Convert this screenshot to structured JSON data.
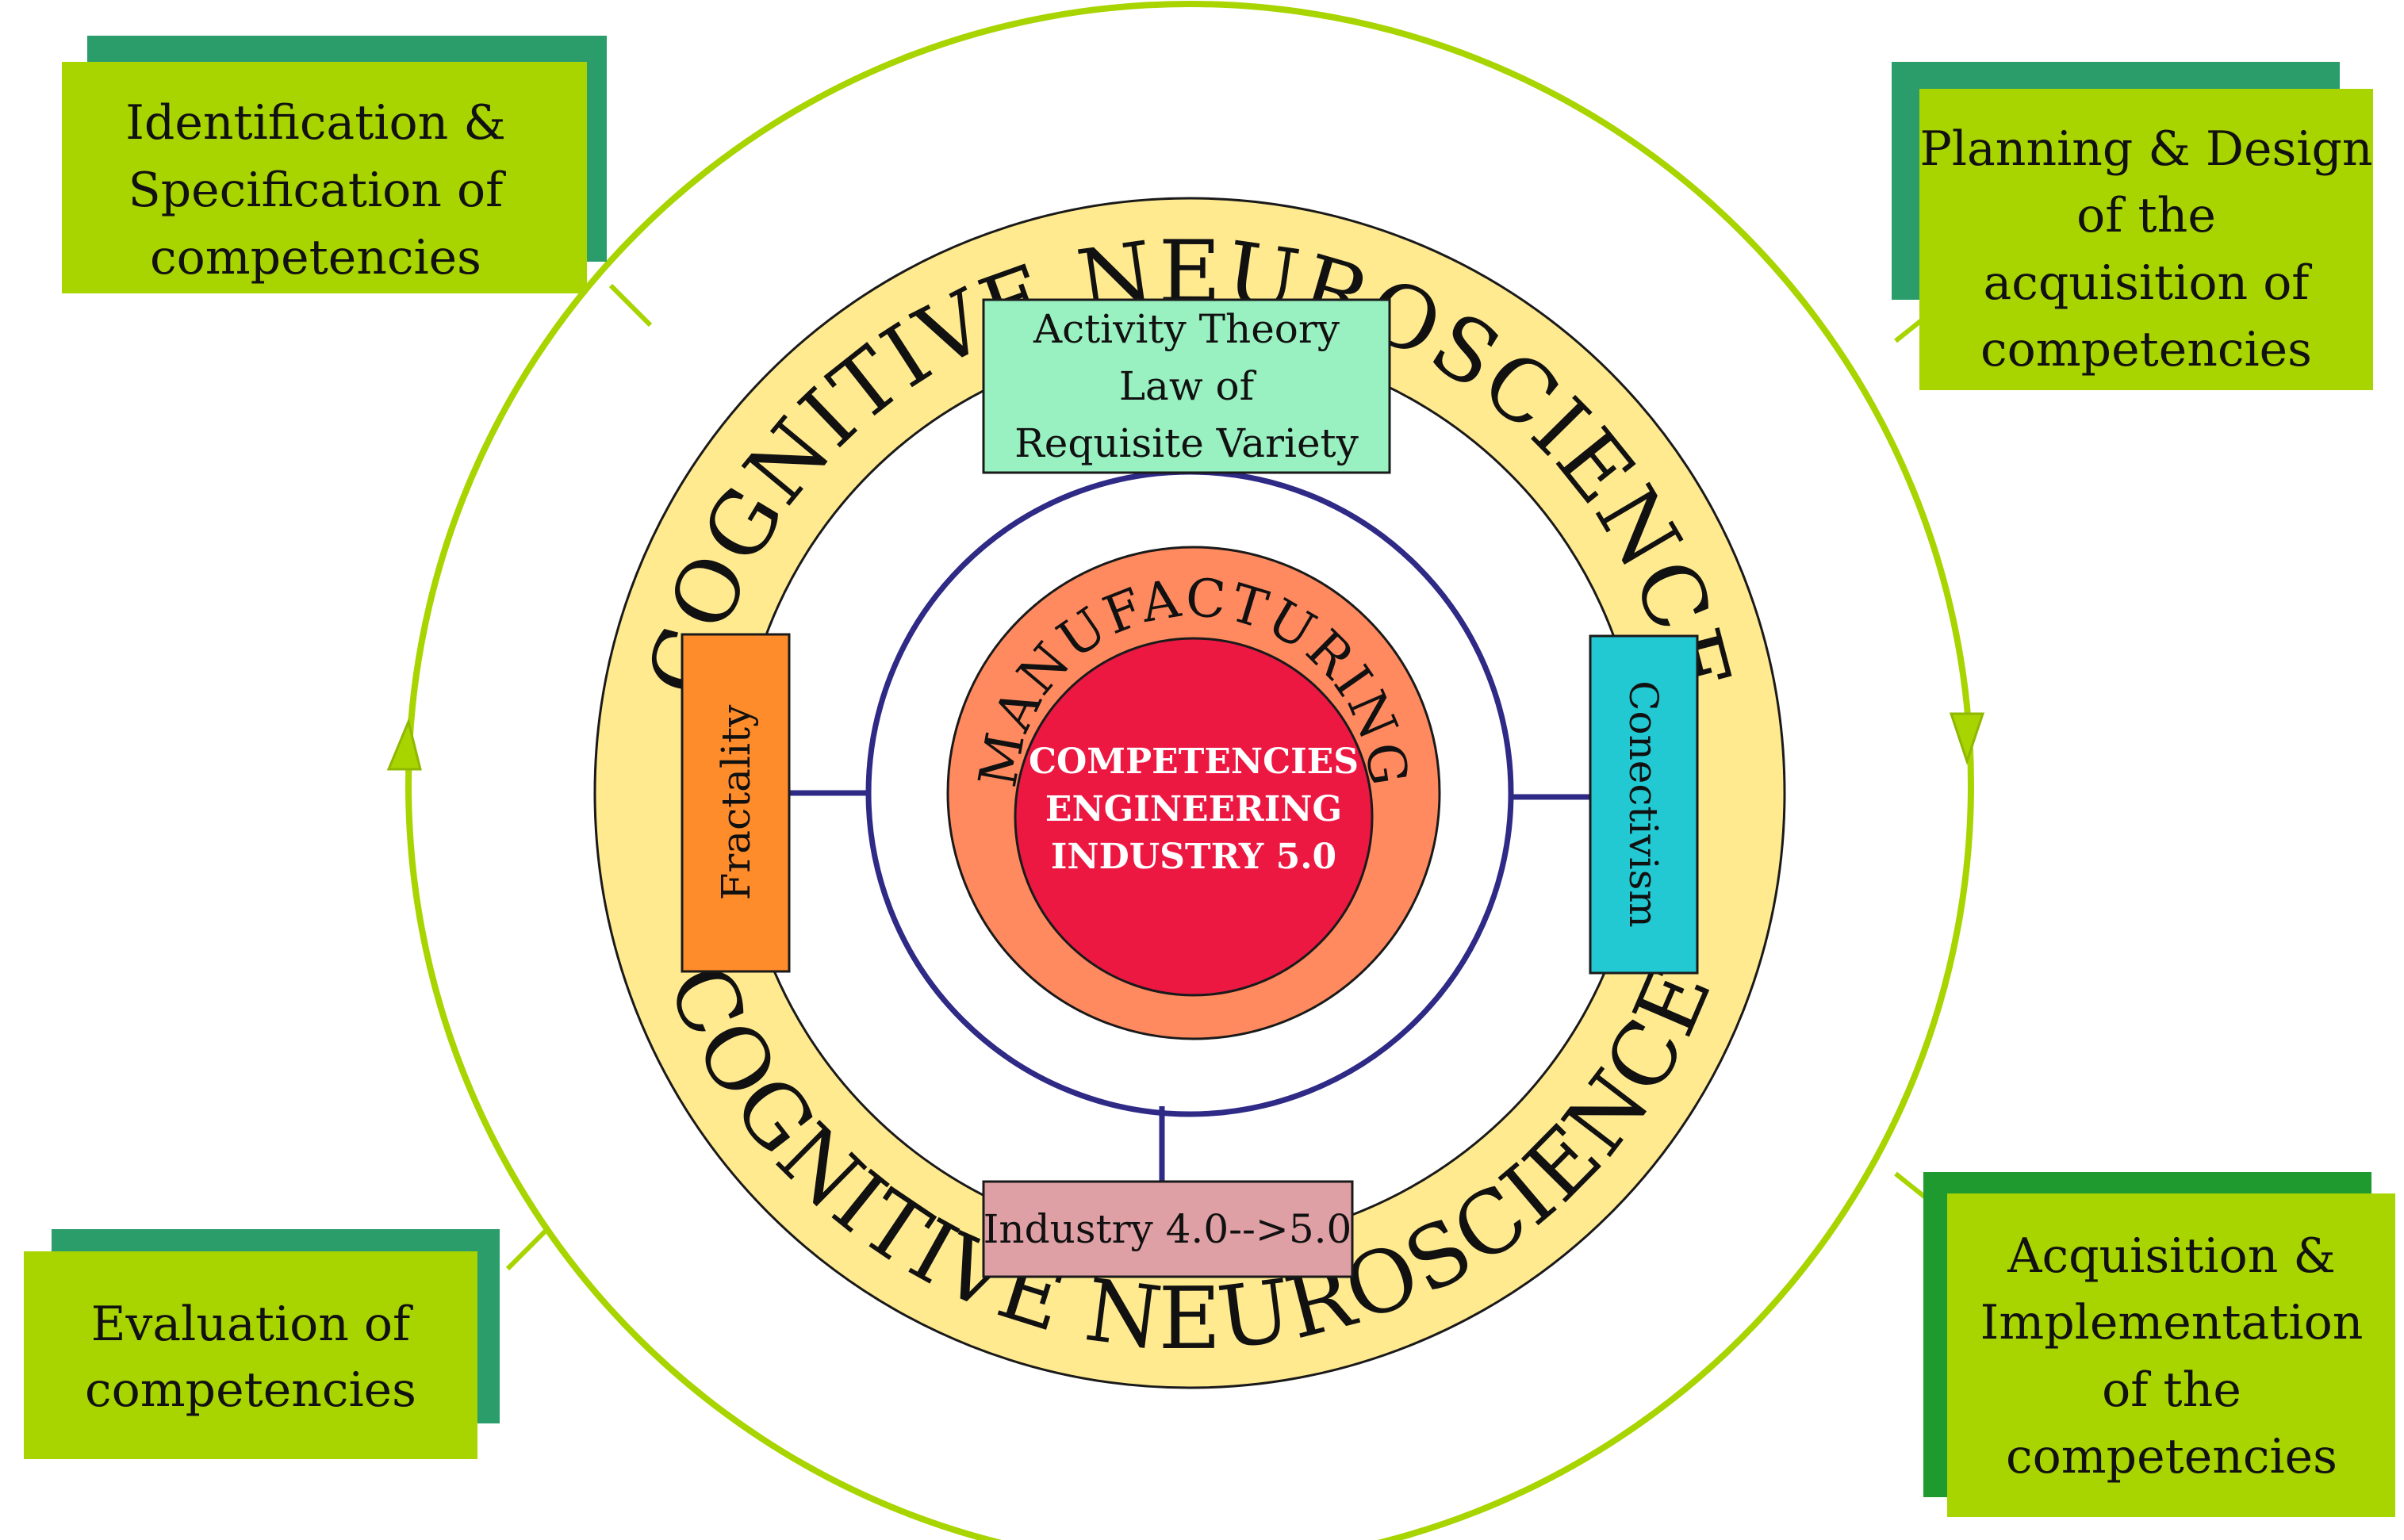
{
  "ring": {
    "top_label": "COGNITIVE NEUROSCIENCE",
    "bottom_label": "COGNITIVE NEUROSCIENCE"
  },
  "core": {
    "outer_label": "MANUFACTURING",
    "inner_lines": [
      "COMPETENCIES",
      "ENGINEERING",
      "INDUSTRY 5.0"
    ]
  },
  "theories": {
    "top": [
      "Activity Theory",
      "Law of",
      "Requisite Variety"
    ],
    "left": "Fractality",
    "right": "Conectivism",
    "bottom": "Industry 4.0-->5.0"
  },
  "phases": {
    "top_left": [
      "Identification &",
      "Specification of",
      "competencies"
    ],
    "top_right": [
      "Planning & Design",
      "of the",
      "acquisition of",
      "competencies"
    ],
    "bottom_left": [
      "Evaluation of",
      "competencies"
    ],
    "bottom_right": [
      "Acquisition &",
      "Implementation",
      "of the",
      "competencies"
    ]
  },
  "colors": {
    "phase_box": "#a8d400",
    "phase_shadow": "#2a9d6a",
    "ring_fill": "#ffea90",
    "cycle_line": "#a8d400",
    "hub_line": "#2e2a86",
    "activity_box": "#99f0c0",
    "fractality_box": "#ff8c2a",
    "conectivism_box": "#22c8d2",
    "industry_box": "#dea0a4",
    "core_outer": "#ff8a60",
    "core_inner": "#ec1842"
  }
}
